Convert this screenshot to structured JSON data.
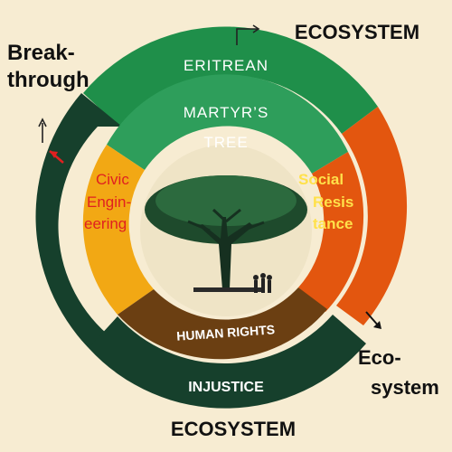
{
  "corner_labels": {
    "top_right": "ECOSYSTEM",
    "top_left_line1": "Break-",
    "top_left_line2": "through",
    "bottom_right_line1": "Eco-",
    "bottom_right_line2": "system",
    "bottom_center": "ECOSYSTEM"
  },
  "ring_labels": {
    "top_band": "ERITREAN",
    "inner_top_line1": "MARTYR’S",
    "inner_top_line2": "TREE",
    "left_line1": "Civic",
    "left_line2": "Engin-",
    "left_line3": "eering",
    "right_line1": "Social",
    "right_line2": "Resis",
    "right_line3": "tance",
    "bottom_inner": "HUMAN RIGHTS",
    "bottom_band": "INJUSTICE"
  },
  "colors": {
    "background": "#f7ecd2",
    "green": "#1f8f4a",
    "light_green": "#2e9e5b",
    "dark_green": "#16402c",
    "orange": "#e3560f",
    "yellow": "#f2a814",
    "brown": "#6b3f12",
    "center": "#efe4c6",
    "label_red": "#e02020",
    "label_yellow": "#ffe14a"
  }
}
